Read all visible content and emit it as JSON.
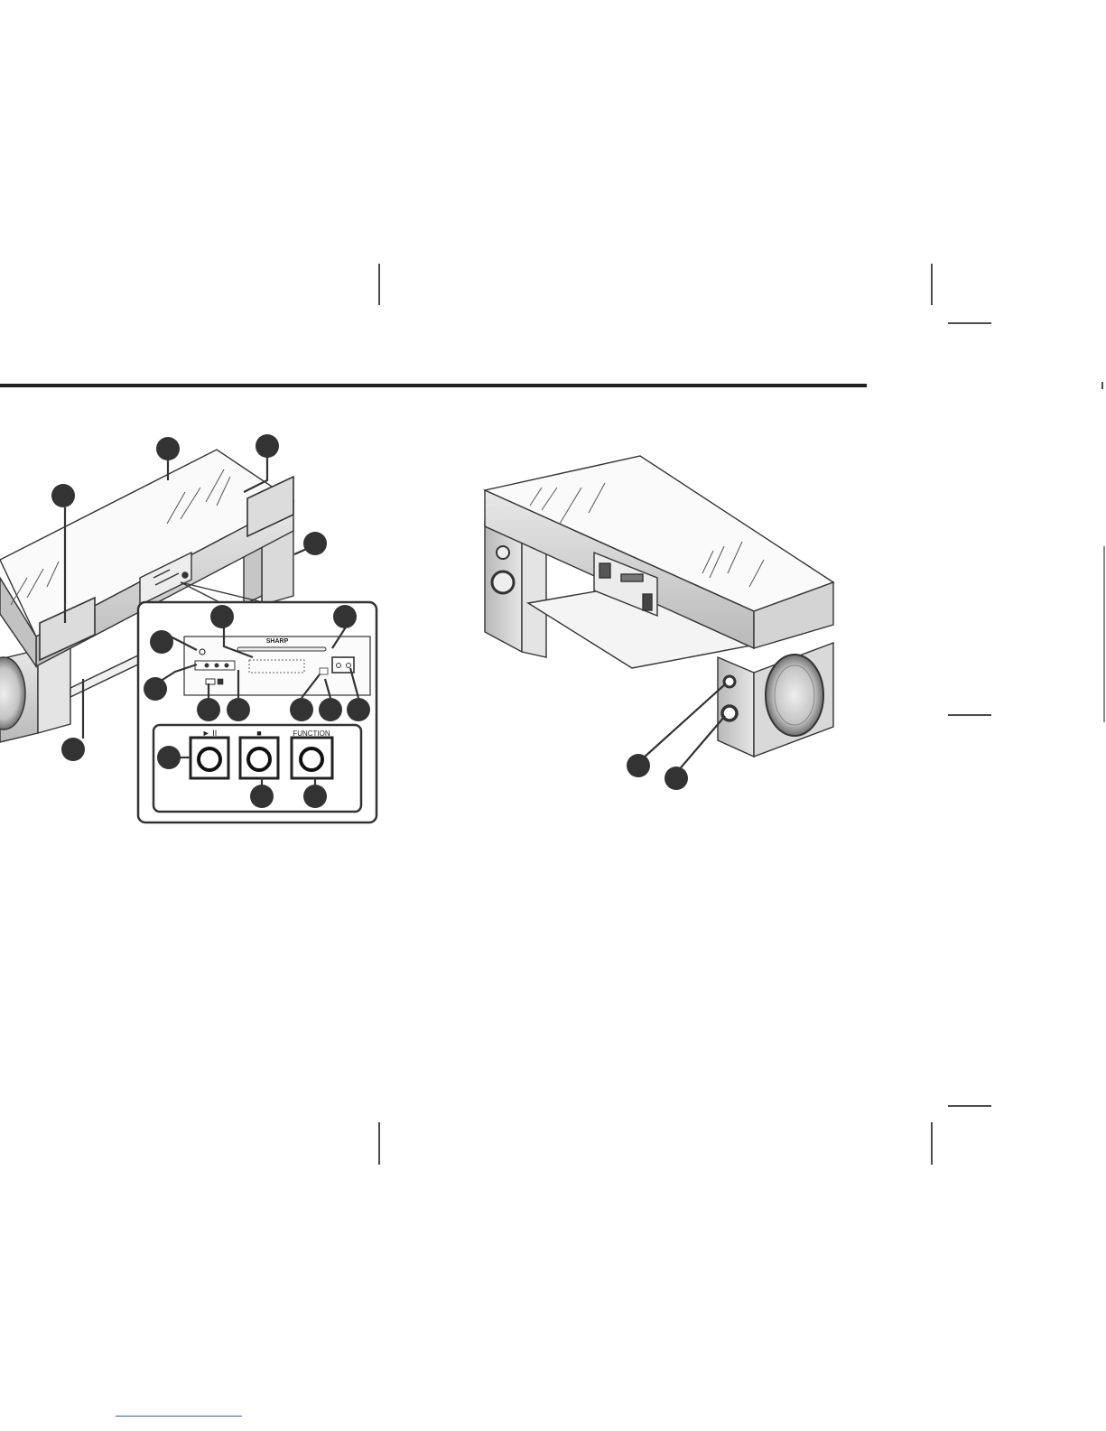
{
  "panel": {
    "brand": "SHARP",
    "buttons": [
      {
        "name": "play-pause",
        "label": "► II"
      },
      {
        "name": "stop",
        "label": "■"
      },
      {
        "name": "function",
        "label": "FUNCTION"
      }
    ]
  },
  "colors": {
    "ink": "#222222",
    "face_light": "#f4f4f4",
    "face_mid": "#d6d6d6",
    "face_dark": "#9a9a9a",
    "callout": "#333333",
    "link": "#3355cc"
  },
  "icons": [
    "callout-marker-icon",
    "speaker-grille-icon",
    "push-button-icon"
  ]
}
